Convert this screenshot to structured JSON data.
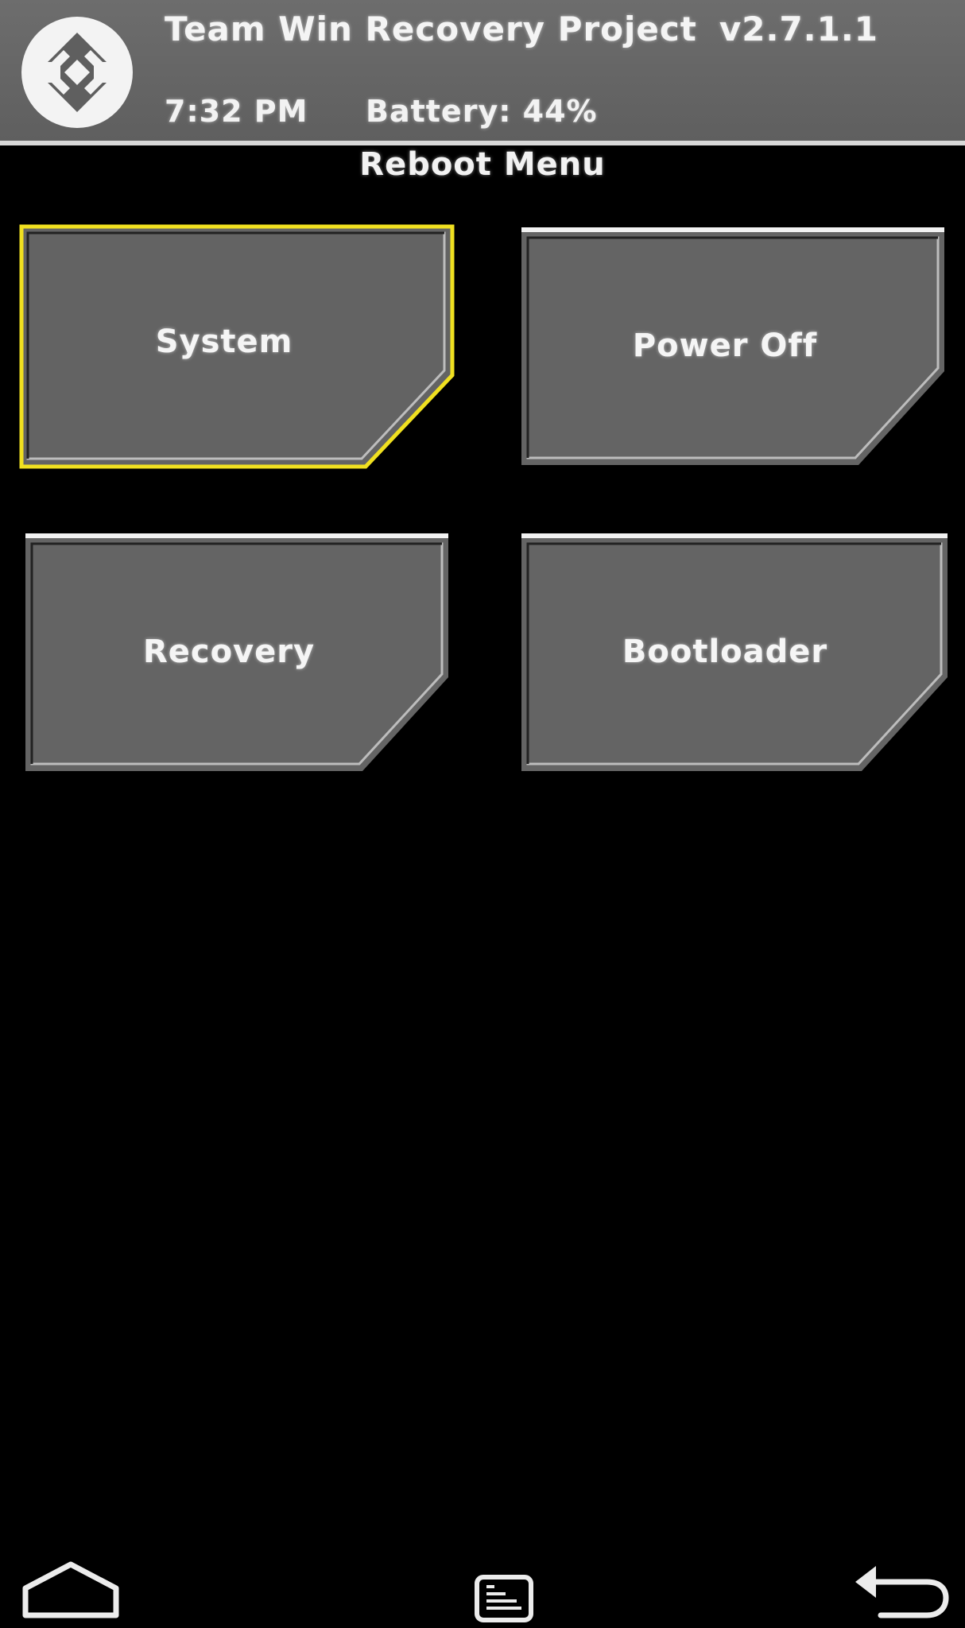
{
  "header": {
    "title": "Team Win Recovery Project",
    "version": "v2.7.1.1",
    "time": "7:32 PM",
    "battery": "Battery: 44%",
    "logo_icon": "twrp-logo-icon",
    "colors": {
      "bar": "#666666",
      "divider": "#d8d8d8"
    }
  },
  "page": {
    "title": "Reboot Menu"
  },
  "buttons": {
    "system": "System",
    "power_off": "Power Off",
    "recovery": "Recovery",
    "bootloader": "Bootloader"
  },
  "selection": {
    "selected": "System",
    "highlight_color": "#f0e020"
  },
  "navbar": {
    "home_icon": "home-icon",
    "console_icon": "console-icon",
    "back_icon": "back-icon"
  }
}
